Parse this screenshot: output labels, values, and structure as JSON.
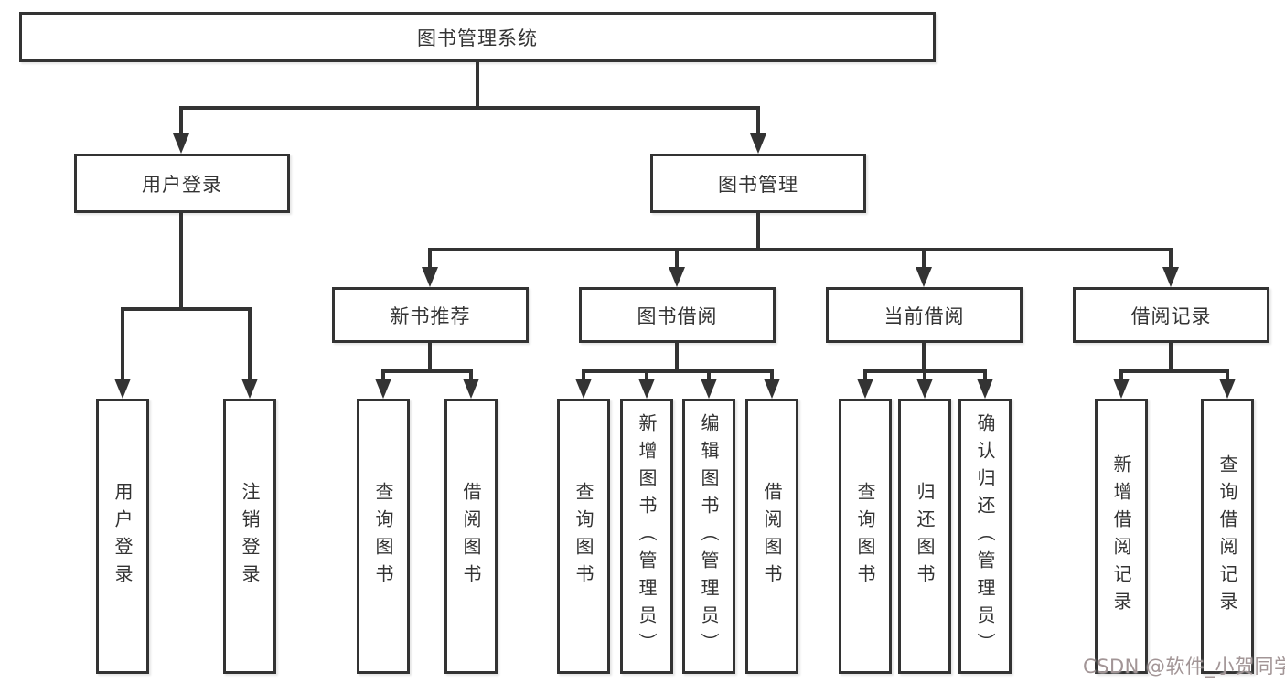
{
  "diagram": {
    "root": {
      "label": "图书管理系统"
    },
    "level1": [
      {
        "label": "用户登录"
      },
      {
        "label": "图书管理"
      }
    ],
    "level2": [
      {
        "label": "新书推荐"
      },
      {
        "label": "图书借阅"
      },
      {
        "label": "当前借阅"
      },
      {
        "label": "借阅记录"
      }
    ],
    "leaves": {
      "user_login": [
        {
          "label": "用户登录"
        },
        {
          "label": "注销登录"
        }
      ],
      "new_book": [
        {
          "label": "查询图书"
        },
        {
          "label": "借阅图书"
        }
      ],
      "book_borrow": [
        {
          "label": "查询图书"
        },
        {
          "label": "新增图书（管理员）"
        },
        {
          "label": "编辑图书（管理员）"
        },
        {
          "label": "借阅图书"
        }
      ],
      "current_borrow": [
        {
          "label": "查询图书"
        },
        {
          "label": "归还图书"
        },
        {
          "label": "确认归还（管理员）"
        }
      ],
      "borrow_record": [
        {
          "label": "新增借阅记录"
        },
        {
          "label": "查询借阅记录"
        }
      ]
    },
    "watermark": "CSDN @软件_小贺同学",
    "colors": {
      "line": "#333333",
      "border": "#333333",
      "text": "#333333",
      "background": "#ffffff",
      "watermark": "#a29596"
    }
  }
}
